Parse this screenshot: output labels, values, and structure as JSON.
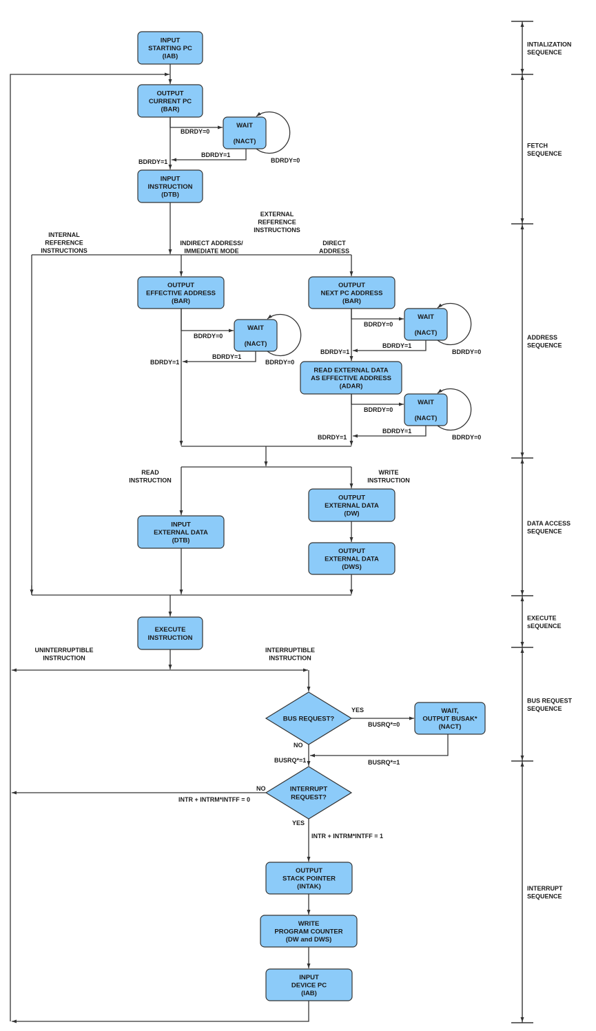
{
  "title": "Processor Bus Cycle State Flowchart",
  "colors": {
    "box_fill": "#8ccbf9",
    "stroke": "#333333",
    "text": "#1a1a1a",
    "background": "#ffffff"
  },
  "nodes": {
    "input_starting_pc": [
      "INPUT",
      "STARTING PC",
      "(IAB)"
    ],
    "output_current_pc": [
      "OUTPUT",
      "CURRENT PC",
      "(BAR)"
    ],
    "wait_fetch": [
      "WAIT",
      "",
      "(NACT)"
    ],
    "input_instruction": [
      "INPUT",
      "INSTRUCTION",
      "(DTB)"
    ],
    "output_effective_address": [
      "OUTPUT",
      "EFFECTIVE ADDRESS",
      "(BAR)"
    ],
    "wait_ea": [
      "WAIT",
      "",
      "(NACT)"
    ],
    "output_next_pc_address": [
      "OUTPUT",
      "NEXT PC ADDRESS",
      "(BAR)"
    ],
    "wait_npc": [
      "WAIT",
      "",
      "(NACT)"
    ],
    "read_external_data_ea": [
      "READ EXTERNAL DATA",
      "AS EFFECTIVE ADDRESS",
      "(ADAR)"
    ],
    "wait_adar": [
      "WAIT",
      "",
      "(NACT)"
    ],
    "input_external_data": [
      "INPUT",
      "EXTERNAL DATA",
      "(DTB)"
    ],
    "output_external_data_dw": [
      "OUTPUT",
      "EXTERNAL DATA",
      "(DW)"
    ],
    "output_external_data_dws": [
      "OUTPUT",
      "EXTERNAL DATA",
      "(DWS)"
    ],
    "execute_instruction": [
      "EXECUTE",
      "INSTRUCTION"
    ],
    "bus_request": [
      "BUS REQUEST?"
    ],
    "wait_busak": [
      "WAIT,",
      "OUTPUT BUSAK*",
      "(NACT)"
    ],
    "interrupt_request": [
      "INTERRUPT",
      "REQUEST?"
    ],
    "output_stack_pointer": [
      "OUTPUT",
      "STACK POINTER",
      "(INTAK)"
    ],
    "write_program_counter": [
      "WRITE",
      "PROGRAM COUNTER",
      "(DW and DWS)"
    ],
    "input_device_pc": [
      "INPUT",
      "DEVICE PC",
      "(IAB)"
    ]
  },
  "labels": {
    "bdrdy0": "BDRDY=0",
    "bdrdy1": "BDRDY=1",
    "external_reference": [
      "EXTERNAL",
      "REFERENCE",
      "INSTRUCTIONS"
    ],
    "internal_reference": [
      "INTERNAL",
      "REFERENCE",
      "INSTRUCTIONS"
    ],
    "indirect_immediate": [
      "INDIRECT ADDRESS/",
      "IMMEDIATE MODE"
    ],
    "direct_address": [
      "DIRECT",
      "ADDRESS"
    ],
    "read_instruction": [
      "READ",
      "INSTRUCTION"
    ],
    "write_instruction": [
      "WRITE",
      "INSTRUCTION"
    ],
    "uninterruptible": [
      "UNINTERRUPTIBLE",
      "INSTRUCTION"
    ],
    "interruptible": [
      "INTERRUPTIBLE",
      "INSTRUCTION"
    ],
    "yes": "YES",
    "no": "NO",
    "busrq0": "BUSRQ*=0",
    "busrq1": "BUSRQ*=1",
    "intr0": "INTR + INTRM*INTFF = 0",
    "intr1": "INTR + INTRM*INTFF = 1"
  },
  "sequences": [
    [
      "INTIALIZATION",
      "SEQUENCE"
    ],
    [
      "FETCH",
      "SEQUENCE"
    ],
    [
      "ADDRESS",
      "SEQUENCE"
    ],
    [
      "DATA ACCESS",
      "SEQUENCE"
    ],
    [
      "EXECUTE",
      "sEQUENCE"
    ],
    [
      "BUS REQUEST",
      "SEQUENCE"
    ],
    [
      "INTERRUPT",
      "SEQUENCE"
    ]
  ]
}
